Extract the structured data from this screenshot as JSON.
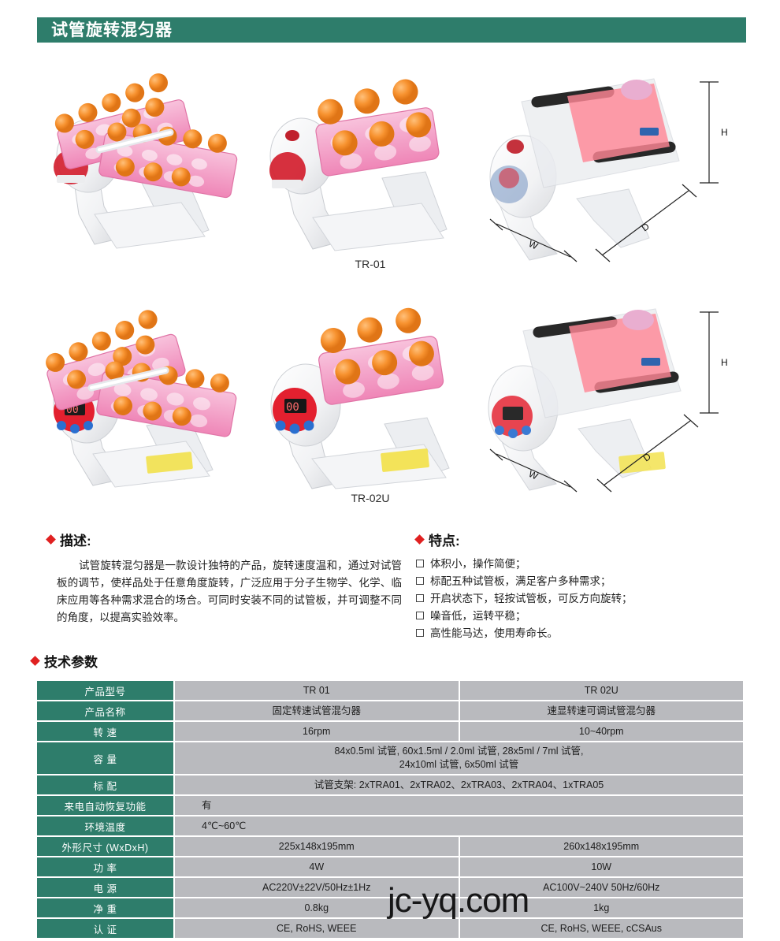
{
  "header": {
    "title": "试管旋转混匀器"
  },
  "gallery": {
    "captions": [
      {
        "label": "TR-01"
      },
      {
        "label": "TR-02U"
      }
    ],
    "dimension_labels": {
      "height": "H",
      "depth": "D",
      "width": "W"
    },
    "photos": [
      {
        "name": "tr01-loaded-front-left",
        "alt": "TR-01 带粉色试管板装满橙盖试管"
      },
      {
        "name": "tr01-loaded-front-right",
        "alt": "TR-01 侧视图"
      },
      {
        "name": "tr01-dimension-diagram",
        "alt": "TR-01 尺寸示意图 W x D x H"
      },
      {
        "name": "tr02u-loaded-front-left",
        "alt": "TR-02U 带粉色试管板装满橙盖试管"
      },
      {
        "name": "tr02u-loaded-front-right",
        "alt": "TR-02U 侧视图 带数显面板"
      },
      {
        "name": "tr02u-dimension-diagram",
        "alt": "TR-02U 尺寸示意图 W x D x H"
      }
    ]
  },
  "description": {
    "heading": "描述:",
    "body": "试管旋转混匀器是一款设计独特的产品，旋转速度温和，通过对试管板的调节，使样品处于任意角度旋转，广泛应用于分子生物学、化学、临床应用等各种需求混合的场合。可同时安装不同的试管板，并可调整不同的角度，以提高实验效率。"
  },
  "features": {
    "heading": "特点:",
    "items": [
      "体积小，操作简便；",
      "标配五种试管板，满足客户多种需求；",
      "开启状态下，轻按试管板，可反方向旋转；",
      "噪音低，运转平稳；",
      "高性能马达，使用寿命长。"
    ]
  },
  "specs": {
    "heading": "技术参数",
    "rows": [
      {
        "key": "产品型号",
        "tr01": "TR 01",
        "tr02u": "TR 02U",
        "span": false
      },
      {
        "key": "产品名称",
        "tr01": "固定转速试管混匀器",
        "tr02u": "速显转速可调试管混匀器",
        "span": false
      },
      {
        "key": "转    速",
        "tr01": "16rpm",
        "tr02u": "10~40rpm",
        "span": false
      },
      {
        "key": "容    量",
        "merged": "84x0.5ml 试管, 60x1.5ml / 2.0ml 试管, 28x5ml / 7ml 试管,\n24x10ml 试管, 6x50ml 试管",
        "span": true
      },
      {
        "key": "标    配",
        "merged": "试管支架: 2xTRA01、2xTRA02、2xTRA03、2xTRA04、1xTRA05",
        "span": true
      },
      {
        "key": "来电自动恢复功能",
        "merged": "有",
        "span": true
      },
      {
        "key": "环境温度",
        "merged": "4℃~60℃",
        "span": true
      },
      {
        "key": "外形尺寸 (WxDxH)",
        "tr01": "225x148x195mm",
        "tr02u": "260x148x195mm",
        "span": false
      },
      {
        "key": "功    率",
        "tr01": "4W",
        "tr02u": "10W",
        "span": false
      },
      {
        "key": "电    源",
        "tr01": "AC220V±22V/50Hz±1Hz",
        "tr02u": "AC100V~240V  50Hz/60Hz",
        "span": false
      },
      {
        "key": "净    重",
        "tr01": "0.8kg",
        "tr02u": "1kg",
        "span": false
      },
      {
        "key": "认    证",
        "tr01": "CE, RoHS, WEEE",
        "tr02u": "CE, RoHS, WEEE, cCSAus",
        "span": false
      }
    ]
  },
  "watermark": {
    "text": "jc-yq.com"
  },
  "colors": {
    "brand_green": "#2e7d6b",
    "value_gray": "#b9babe",
    "accent_red": "#e02020",
    "tube_orange": "#f79433",
    "rack_pink": "#f2a6c8"
  }
}
